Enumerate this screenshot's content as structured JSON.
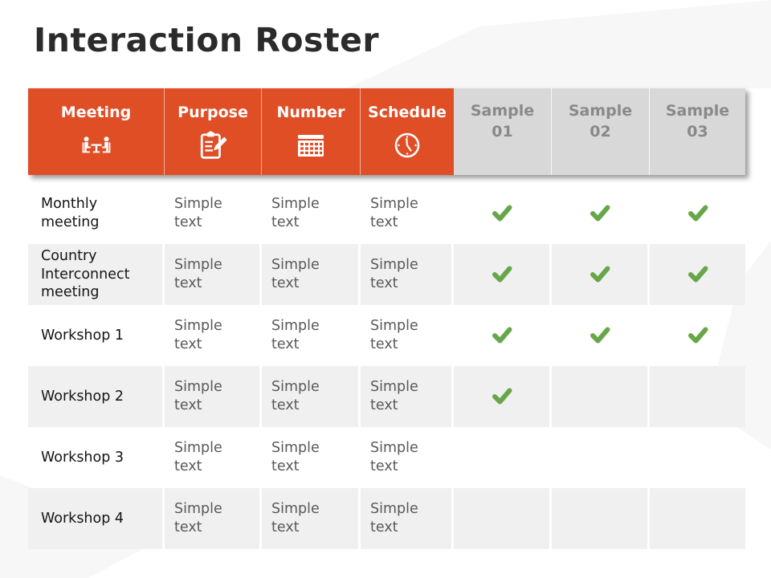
{
  "title": "Interaction Roster",
  "colors": {
    "orange": "#E04E26",
    "header_gray_bg": "#D8D8D8",
    "header_gray_text": "#898989",
    "row_alt_bg": "#F0F0F0",
    "check_green": "#67A74A",
    "title_text": "#2B2B2B",
    "body_text": "#595959",
    "meeting_text": "#141414"
  },
  "table": {
    "main_headers": [
      {
        "label": "Meeting",
        "icon": "meeting-people-icon"
      },
      {
        "label": "Purpose",
        "icon": "clipboard-pencil-icon"
      },
      {
        "label": "Number",
        "icon": "calendar-icon"
      },
      {
        "label": "Schedule",
        "icon": "clock-icon"
      }
    ],
    "sample_headers": [
      {
        "label": "Sample 01"
      },
      {
        "label": "Sample 02"
      },
      {
        "label": "Sample 03"
      }
    ],
    "rows": [
      {
        "meeting": "Monthly meeting",
        "purpose": "Simple text",
        "number": "Simple text",
        "schedule": "Simple text",
        "samples": [
          true,
          true,
          true
        ]
      },
      {
        "meeting": "Country Interconnect meeting",
        "purpose": "Simple text",
        "number": "Simple text",
        "schedule": "Simple text",
        "samples": [
          true,
          true,
          true
        ]
      },
      {
        "meeting": "Workshop 1",
        "purpose": "Simple text",
        "number": "Simple text",
        "schedule": "Simple text",
        "samples": [
          true,
          true,
          true
        ]
      },
      {
        "meeting": "Workshop 2",
        "purpose": "Simple text",
        "number": "Simple text",
        "schedule": "Simple text",
        "samples": [
          true,
          false,
          false
        ]
      },
      {
        "meeting": "Workshop 3",
        "purpose": "Simple text",
        "number": "Simple text",
        "schedule": "Simple text",
        "samples": [
          false,
          false,
          false
        ]
      },
      {
        "meeting": "Workshop 4",
        "purpose": "Simple text",
        "number": "Simple text",
        "schedule": "Simple text",
        "samples": [
          false,
          false,
          false
        ]
      }
    ]
  }
}
